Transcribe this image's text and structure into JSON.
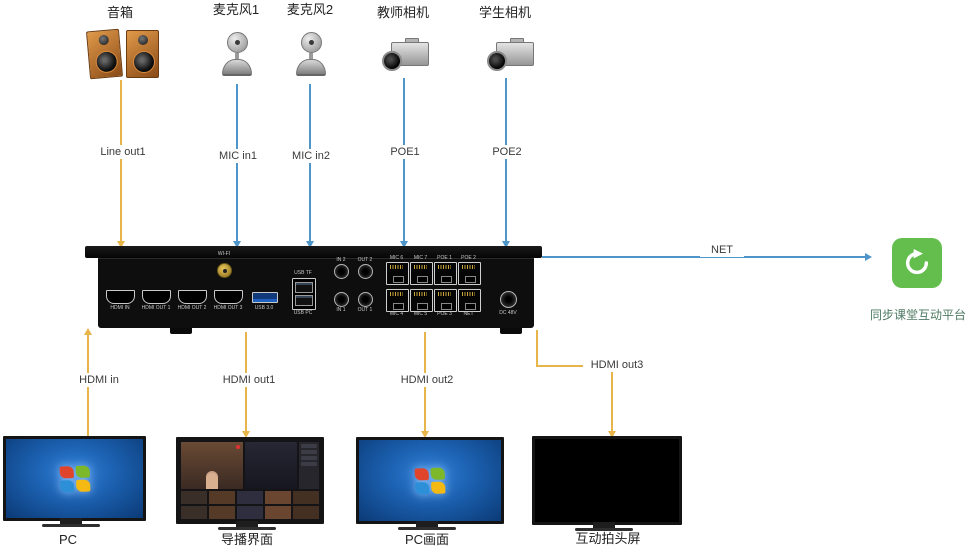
{
  "theme": {
    "line-yellow": "#E7B54A",
    "line-blue": "#4E95C9",
    "platform-green": "#63BE4E"
  },
  "devices": {
    "speaker": "音箱",
    "mic1": "麦克风1",
    "mic2": "麦克风2",
    "teacher_camera": "教师相机",
    "student_camera": "学生相机"
  },
  "connections": {
    "line_out1": "Line out1",
    "mic_in1": "MIC in1",
    "mic_in2": "MIC in2",
    "poe1": "POE1",
    "poe2": "POE2",
    "net": "NET",
    "hdmi_in": "HDMI in",
    "hdmi_out1": "HDMI out1",
    "hdmi_out2": "HDMI out2",
    "hdmi_out3": "HDMI out3"
  },
  "device": {
    "wifi_label": "WI-FI",
    "hdmi_labels": [
      "HDMI IN",
      "HDMI OUT 1",
      "HDMI OUT 2",
      "HDMI OUT 3"
    ],
    "usb30_label": "USB 3.0",
    "usb_tf_label": "USB TF",
    "usb_pc_label": "USB PC",
    "audio_top": [
      "IN 2",
      "OUT 2"
    ],
    "audio_bottom": [
      "IN 1",
      "OUT 1"
    ],
    "rj45_top": [
      "MIC 6",
      "MIC 7",
      "POE 1",
      "POE 2"
    ],
    "rj45_bottom": [
      "MIC 4",
      "MIC 5",
      "POE 3",
      "NET"
    ],
    "dc_label": "DC 48V"
  },
  "platform": {
    "label": "同步课堂互动平台"
  },
  "monitors": {
    "pc": "PC",
    "director": "导播界面",
    "pc_screen": "PC画面",
    "interactive": "互动拍头屏"
  }
}
